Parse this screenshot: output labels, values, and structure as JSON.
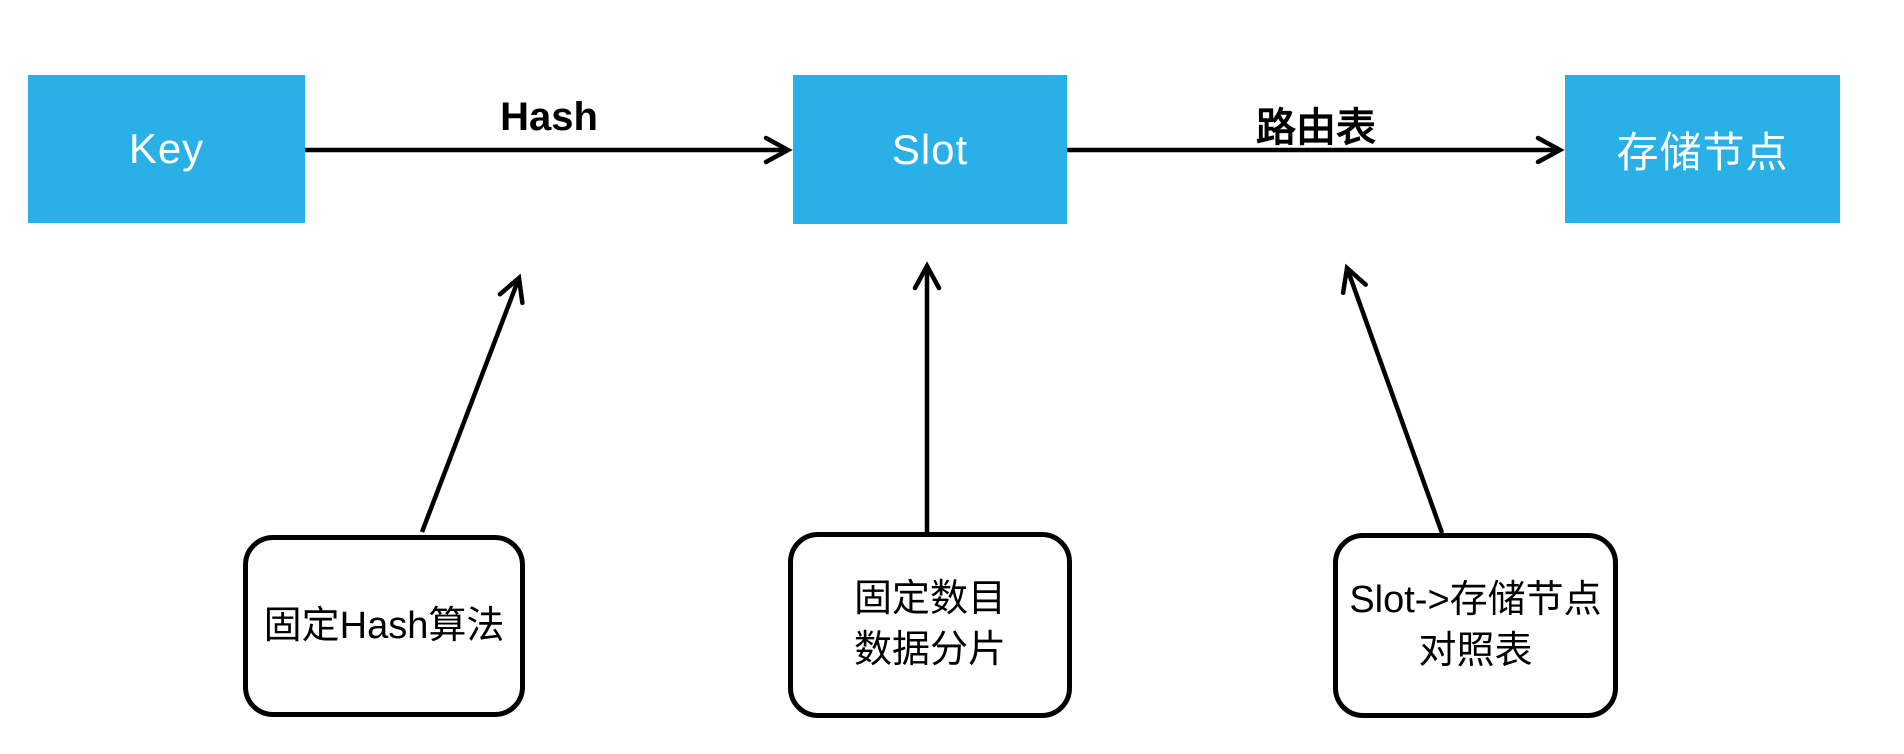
{
  "diagram": {
    "colors": {
      "background": "#ffffff",
      "node_fill": "#29b0e6",
      "node_text": "#ffffff",
      "line": "#000000",
      "note_border": "#000000"
    },
    "nodes": [
      {
        "id": "key",
        "label": "Key"
      },
      {
        "id": "slot",
        "label": "Slot"
      },
      {
        "id": "storage-node",
        "label": "存储节点"
      }
    ],
    "edges": [
      {
        "id": "hash",
        "from": "key",
        "to": "slot",
        "label": "Hash"
      },
      {
        "id": "routing",
        "from": "slot",
        "to": "storage-node",
        "label": "路由表"
      }
    ],
    "annotations": [
      {
        "id": "fixed-hash-note",
        "lines": [
          "固定Hash算法"
        ],
        "points_to": "hash"
      },
      {
        "id": "fixed-shard-note",
        "lines": [
          "固定数目",
          "数据分片"
        ],
        "points_to": "slot"
      },
      {
        "id": "mapping-table-note",
        "lines": [
          "Slot->存储节点",
          "对照表"
        ],
        "points_to": "routing"
      }
    ]
  }
}
